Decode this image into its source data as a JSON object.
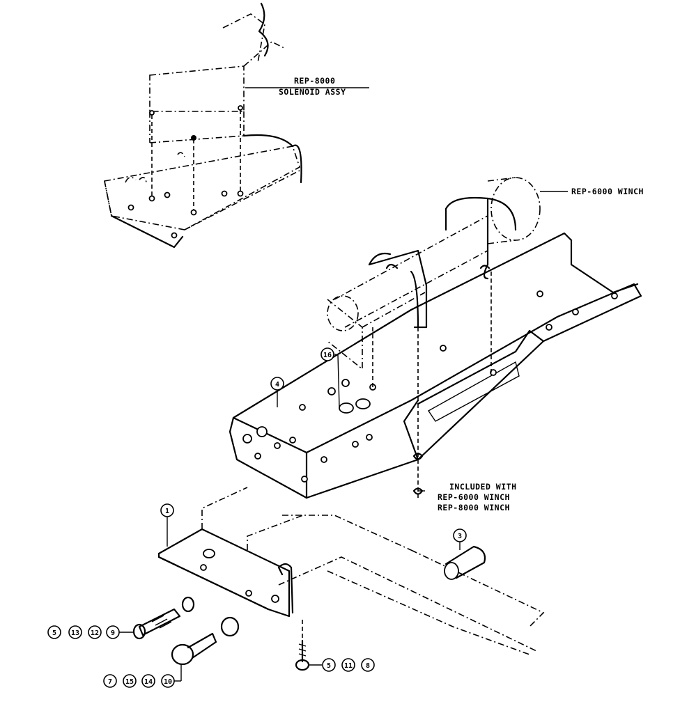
{
  "labels": {
    "solenoid_line1": "REP-8000",
    "solenoid_line2": "SOLENOID ASSY",
    "winch": "REP-6000 WINCH",
    "included_line1": "INCLUDED WITH",
    "included_line2": "REP-6000 WINCH",
    "included_line3": "REP-8000 WINCH"
  },
  "callouts": {
    "c16": "16",
    "c4": "4",
    "c1": "1",
    "c3": "3",
    "bolt_group_a": [
      "5",
      "13",
      "12",
      "9"
    ],
    "bolt_group_b": [
      "7",
      "15",
      "14",
      "10"
    ],
    "bolt_group_c": [
      "5",
      "11",
      "8"
    ]
  }
}
